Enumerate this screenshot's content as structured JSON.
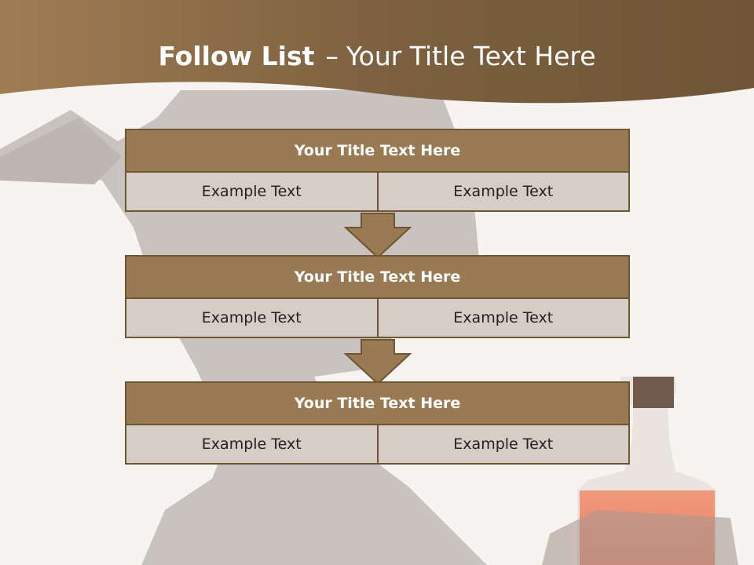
{
  "slide": {
    "title_bold": "Follow List",
    "title_sep": "–",
    "title_rest": "Your Title Text Here"
  },
  "blocks": [
    {
      "header": "Your Title Text Here",
      "left": "Example Text",
      "right": "Example Text"
    },
    {
      "header": "Your Title Text Here",
      "left": "Example Text",
      "right": "Example Text"
    },
    {
      "header": "Your Title Text Here",
      "left": "Example Text",
      "right": "Example Text"
    }
  ],
  "colors": {
    "header_fill": "#9a7a52",
    "border": "#6f5533",
    "cell_fill": "#d6cec6",
    "banner": "#8a6c48"
  }
}
